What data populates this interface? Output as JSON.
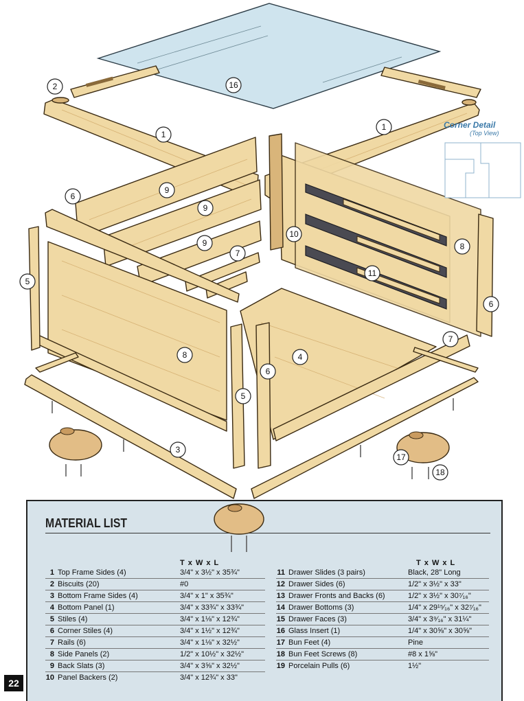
{
  "corner_detail": {
    "title": "Corner Detail",
    "subtitle": "(Top View)"
  },
  "callouts": [
    "16",
    "2",
    "1",
    "1",
    "9",
    "9",
    "9",
    "6",
    "7",
    "5",
    "10",
    "8",
    "11",
    "6",
    "8",
    "4",
    "6",
    "5",
    "7",
    "3",
    "17",
    "18"
  ],
  "material_list": {
    "title": "MATERIAL LIST",
    "column_header": "T x W x L",
    "left_column": [
      {
        "num": "1",
        "name": "Top Frame Sides (4)",
        "dims": "3/4\" x 3½\" x 35¾\""
      },
      {
        "num": "2",
        "name": "Biscuits (20)",
        "dims": "#0"
      },
      {
        "num": "3",
        "name": "Bottom Frame Sides (4)",
        "dims": "3/4\" x 1\" x 35¾\""
      },
      {
        "num": "4",
        "name": "Bottom Panel (1)",
        "dims": "3/4\" x 33¾\" x 33¾\""
      },
      {
        "num": "5",
        "name": "Stiles (4)",
        "dims": "3/4\" x 1⅛\" x 12¾\""
      },
      {
        "num": "6",
        "name": "Corner Stiles (4)",
        "dims": "3/4\" x 1½\" x 12¾\""
      },
      {
        "num": "7",
        "name": "Rails (6)",
        "dims": "3/4\" x 1⅛\" x 32½\""
      },
      {
        "num": "8",
        "name": "Side Panels (2)",
        "dims": "1/2\" x 10½\" x 32½\""
      },
      {
        "num": "9",
        "name": "Back Slats (3)",
        "dims": "3/4\" x 3⅝\" x 32½\""
      },
      {
        "num": "10",
        "name": "Panel Backers (2)",
        "dims": "3/4\" x 12¾\" x 33\""
      }
    ],
    "right_column": [
      {
        "num": "11",
        "name": "Drawer Slides (3 pairs)",
        "dims": "Black, 28\" Long"
      },
      {
        "num": "12",
        "name": "Drawer Sides (6)",
        "dims": "1/2\" x 3½\" x 33\""
      },
      {
        "num": "13",
        "name": "Drawer Fronts and Backs (6)",
        "dims": "1/2\" x 3½\" x 30⁷⁄₁₆\""
      },
      {
        "num": "14",
        "name": "Drawer Bottoms (3)",
        "dims": "1/4\" x 29¹⁵⁄₁₆\" x 32⁷⁄₁₆\""
      },
      {
        "num": "15",
        "name": "Drawer Faces (3)",
        "dims": "3/4\" x 3⁹⁄₁₆\" x 31¼\""
      },
      {
        "num": "16",
        "name": "Glass Insert (1)",
        "dims": "1/4\" x 30⅝\" x 30⅝\""
      },
      {
        "num": "17",
        "name": "Bun Feet (4)",
        "dims": "Pine"
      },
      {
        "num": "18",
        "name": "Bun Feet Screws (8)",
        "dims": "#8 x 1⅝\""
      },
      {
        "num": "19",
        "name": "Porcelain Pulls (6)",
        "dims": "1½\""
      }
    ]
  },
  "page_number": "22",
  "colors": {
    "wood": "#f0d9a4",
    "glass": "#cfe4ee",
    "panel_background": "#d7e3ea",
    "accent_blue": "#3a79a8"
  }
}
